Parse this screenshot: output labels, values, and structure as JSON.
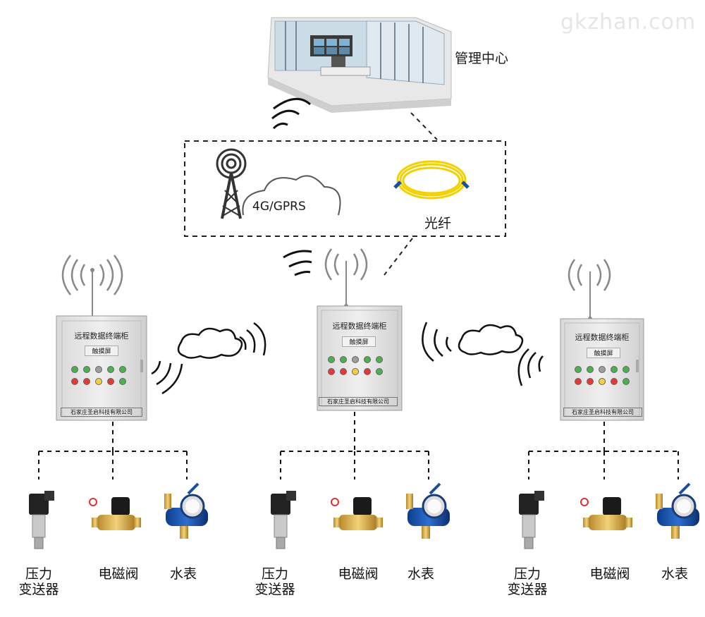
{
  "watermark": "gkzhan.com",
  "management_center": "管理中心",
  "network": {
    "wireless": "4G/GPRS",
    "fiber": "光纤"
  },
  "cabinets": [
    {
      "title": "远程数据终端柜",
      "screen": "触摸屏",
      "company": "石家庄圣启科技有限公司"
    },
    {
      "title": "远程数据终端柜",
      "screen": "触摸屏",
      "company": "石家庄圣启科技有限公司"
    },
    {
      "title": "远程数据终端柜",
      "screen": "触摸屏",
      "company": "石家庄圣启科技有限公司"
    }
  ],
  "devices": [
    {
      "pressure": "压力\n变送器",
      "valve": "电磁阀",
      "meter": "水表"
    },
    {
      "pressure": "压力\n变送器",
      "valve": "电磁阀",
      "meter": "水表"
    },
    {
      "pressure": "压力\n变送器",
      "valve": "电磁阀",
      "meter": "水表"
    }
  ],
  "indicator_colors": {
    "green": "#4caf50",
    "red": "#e53935",
    "yellow": "#f4d03f",
    "gray": "#9e9e9e"
  }
}
